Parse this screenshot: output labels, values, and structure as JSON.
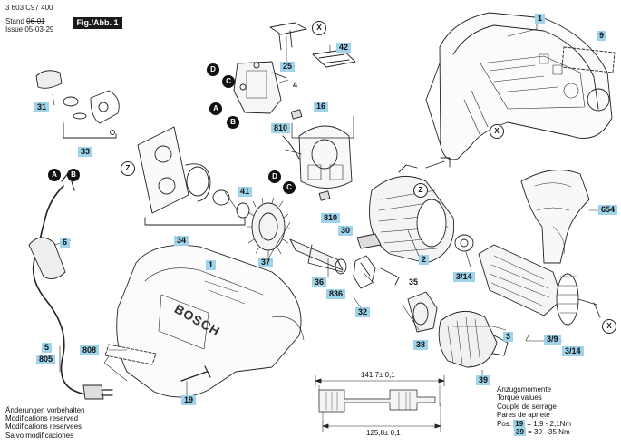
{
  "header": {
    "part_number": "3 603 C97 400",
    "stand_label": "Stand",
    "stand_value": "06-01",
    "issue_label": "Issue",
    "issue_value": "05-03-29",
    "figure_label": "Fig./Abb. 1"
  },
  "part_labels": [
    {
      "id": "p1a",
      "text": "1"
    },
    {
      "id": "p9",
      "text": "9"
    },
    {
      "id": "p25",
      "text": "25"
    },
    {
      "id": "p42",
      "text": "42"
    },
    {
      "id": "p4",
      "text": "4"
    },
    {
      "id": "p31",
      "text": "31"
    },
    {
      "id": "p16",
      "text": "16"
    },
    {
      "id": "p810a",
      "text": "810"
    },
    {
      "id": "p33",
      "text": "33"
    },
    {
      "id": "p41",
      "text": "41"
    },
    {
      "id": "p654",
      "text": "654"
    },
    {
      "id": "p810b",
      "text": "810"
    },
    {
      "id": "p6",
      "text": "6"
    },
    {
      "id": "p34",
      "text": "34"
    },
    {
      "id": "p30",
      "text": "30"
    },
    {
      "id": "p2",
      "text": "2"
    },
    {
      "id": "p1b",
      "text": "1"
    },
    {
      "id": "p37",
      "text": "37"
    },
    {
      "id": "p314a",
      "text": "3/14"
    },
    {
      "id": "p36",
      "text": "36"
    },
    {
      "id": "p836",
      "text": "836"
    },
    {
      "id": "p35",
      "text": "35"
    },
    {
      "id": "p32",
      "text": "32"
    },
    {
      "id": "p3",
      "text": "3"
    },
    {
      "id": "p5",
      "text": "5"
    },
    {
      "id": "p805",
      "text": "805"
    },
    {
      "id": "p808",
      "text": "808"
    },
    {
      "id": "p38",
      "text": "38"
    },
    {
      "id": "p39b",
      "text": "3/9"
    },
    {
      "id": "p314b",
      "text": "3/14"
    },
    {
      "id": "p39",
      "text": "39"
    },
    {
      "id": "p19",
      "text": "19"
    }
  ],
  "markers": [
    {
      "id": "mXa",
      "text": "X"
    },
    {
      "id": "mXb",
      "text": "X"
    },
    {
      "id": "mXc",
      "text": "X"
    },
    {
      "id": "mZa",
      "text": "Z"
    },
    {
      "id": "mZb",
      "text": "Z"
    },
    {
      "id": "mDa",
      "text": "D"
    },
    {
      "id": "mCa",
      "text": "C"
    },
    {
      "id": "mAa",
      "text": "A"
    },
    {
      "id": "mBa",
      "text": "B"
    },
    {
      "id": "mDb",
      "text": "D"
    },
    {
      "id": "mCb",
      "text": "C"
    },
    {
      "id": "mAb",
      "text": "A"
    },
    {
      "id": "mBb",
      "text": "B"
    }
  ],
  "brand_text": "BOSCH",
  "dimensions": {
    "overall": "141,7± 0,1",
    "inner": "125,8± 0,1"
  },
  "notes": [
    "Änderungen vorbehalten",
    "Modifications reserved",
    "Modifications reservees",
    "Salvo modificaciones"
  ],
  "torque": {
    "lines": [
      "Anzugsmomente",
      "Torque values",
      "Couple de serrage",
      "Pares de apriete"
    ],
    "pos_label": "Pos.",
    "rows": [
      {
        "part": "19",
        "value": "= 1,9 - 2,1Nm"
      },
      {
        "part": "39",
        "value": "= 30 - 35 Nm"
      }
    ]
  },
  "colors": {
    "label_bg": "#9fd3ea",
    "marker": "#111111",
    "line": "#222222"
  }
}
